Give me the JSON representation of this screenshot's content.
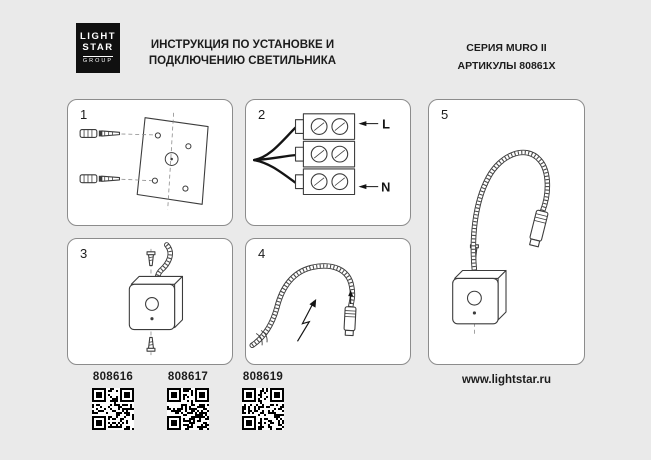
{
  "header": {
    "logo_lines": [
      "LIGHT",
      "STAR",
      "GROUP"
    ],
    "title_line1": "ИНСТРУКЦИЯ ПО УСТАНОВКЕ И",
    "title_line2": "ПОДКЛЮЧЕНИЮ СВЕТИЛЬНИКА",
    "series": "СЕРИЯ MURO II",
    "articles": "АРТИКУЛЫ 80861X"
  },
  "steps": [
    {
      "number": "1",
      "illustration": "wall-plate-with-anchors-and-screws"
    },
    {
      "number": "2",
      "illustration": "terminal-block-wiring"
    },
    {
      "number": "3",
      "illustration": "wall-box-assembly-with-screws"
    },
    {
      "number": "4",
      "illustration": "flexible-arm-adjustment"
    },
    {
      "number": "5",
      "illustration": "assembled-gooseneck-lamp"
    }
  ],
  "wiring_labels": {
    "l": "L",
    "n": "N"
  },
  "footer": {
    "articles": [
      "808616",
      "808617",
      "808619"
    ],
    "website": "www.lightstar.ru"
  },
  "colors": {
    "background": "#eaeaea",
    "panel_fill": "#ffffff",
    "panel_border": "#8c8c8c",
    "ink": "#1c1c1c"
  }
}
